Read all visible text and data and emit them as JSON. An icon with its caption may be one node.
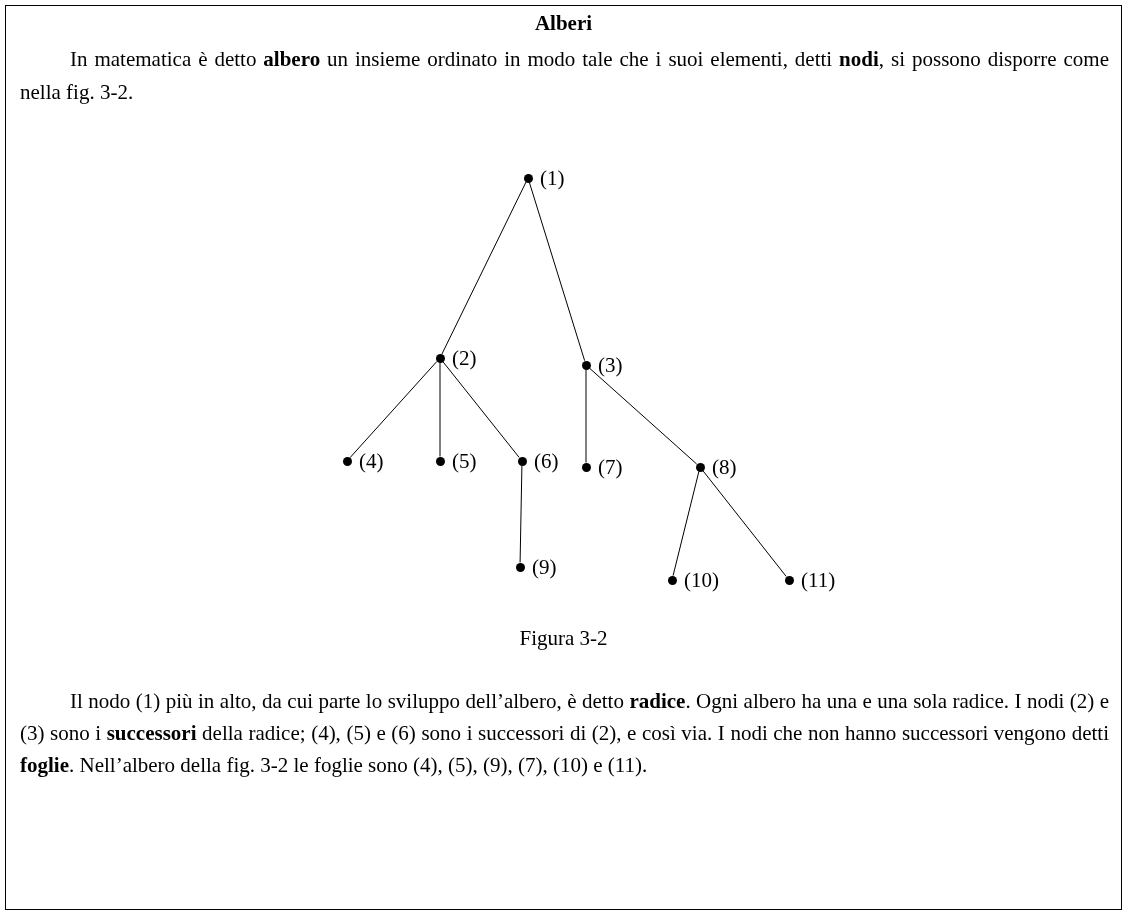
{
  "diagram": {
    "title": "Alberi",
    "caption": "Figura 3-2",
    "nodes": [
      {
        "text": [],
        "shape": "circle",
        "beside": [
          "(1)"
        ]
      },
      {
        "text": [],
        "shape": "circle",
        "beside": [
          "(2)"
        ]
      },
      {
        "text": [],
        "shape": "circle",
        "beside": [
          "(3)"
        ]
      },
      {
        "text": [],
        "shape": "circle",
        "beside": [
          "(4)"
        ]
      },
      {
        "text": [],
        "shape": "circle",
        "beside": [
          "(5)"
        ]
      },
      {
        "text": [],
        "shape": "circle",
        "beside": [
          "(6)"
        ]
      },
      {
        "text": [],
        "shape": "circle",
        "beside": [
          "(7)"
        ]
      },
      {
        "text": [],
        "shape": "circle",
        "beside": [
          "(8)"
        ]
      },
      {
        "text": [],
        "shape": "circle",
        "beside": [
          "(9)"
        ]
      },
      {
        "text": [],
        "shape": "circle",
        "beside": [
          "(10)"
        ]
      },
      {
        "text": [],
        "shape": "circle",
        "beside": [
          "(11)"
        ]
      }
    ],
    "edges": [
      {
        "from": 0,
        "to": 1,
        "arrow": "none"
      },
      {
        "from": 0,
        "to": 2,
        "arrow": "none"
      },
      {
        "from": 1,
        "to": 3,
        "arrow": "none"
      },
      {
        "from": 1,
        "to": 4,
        "arrow": "none"
      },
      {
        "from": 1,
        "to": 5,
        "arrow": "none"
      },
      {
        "from": 2,
        "to": 6,
        "arrow": "none"
      },
      {
        "from": 2,
        "to": 7,
        "arrow": "none"
      },
      {
        "from": 5,
        "to": 8,
        "arrow": "none"
      },
      {
        "from": 7,
        "to": 9,
        "arrow": "none"
      },
      {
        "from": 7,
        "to": 10,
        "arrow": "none"
      }
    ],
    "labels": [
      "In matematica è detto **albero** un insieme ordinato in modo tale che i suoi elementi, detti **nodi**, si possono disporre come nella fig. 3-2.",
      "Il nodo (1) più in alto, da cui parte lo sviluppo dell’albero, è detto **radice**. Ogni albero ha una e una sola radice. I nodi (2) e (3) sono i **successori** della radice; (4), (5) e (6) sono i successori di (2), e così via. I nodi che non hanno successori vengono detti **foglie**. Nell’albero della fig. 3-2 le foglie sono (4), (5), (9), (7), (10) e (11)."
    ]
  }
}
